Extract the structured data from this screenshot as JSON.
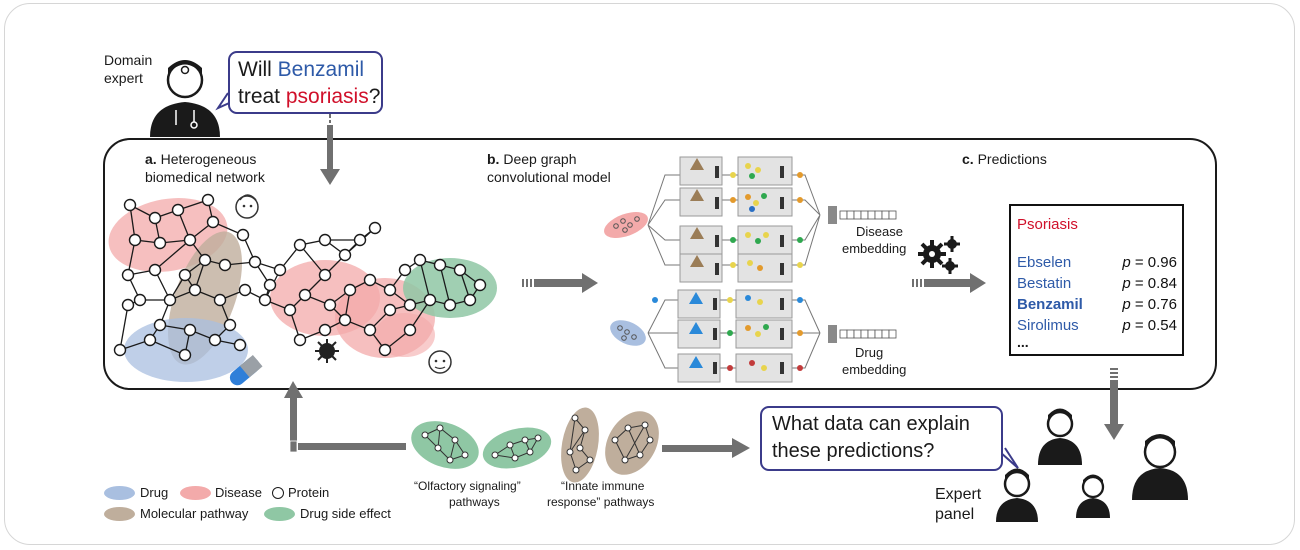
{
  "question": {
    "expert_label": [
      "Domain",
      "expert"
    ],
    "prefix": "Will ",
    "drug": "Benzamil",
    "middle": "treat ",
    "disease": "psoriasis",
    "suffix": "?"
  },
  "panels": {
    "a": {
      "letter": "a.",
      "title_line1": "Heterogeneous",
      "title_line2": "biomedical network"
    },
    "b": {
      "letter": "b.",
      "title_line1": "Deep graph",
      "title_line2": "convolutional model"
    },
    "c": {
      "letter": "c.",
      "title": "Predictions"
    }
  },
  "embeddings": {
    "disease": [
      "Disease",
      "embedding"
    ],
    "drug": [
      "Drug",
      "embedding"
    ]
  },
  "predictions": {
    "disease": "Psoriasis",
    "rows": [
      {
        "name": "Ebselen",
        "p_label": "p",
        "value": "= 0.96",
        "bold": false
      },
      {
        "name": "Bestatin",
        "p_label": "p",
        "value": "= 0.84",
        "bold": false
      },
      {
        "name": "Benzamil",
        "p_label": "p",
        "value": "= 0.76",
        "bold": true
      },
      {
        "name": "Sirolimus",
        "p_label": "p",
        "value": "= 0.54",
        "bold": false
      }
    ],
    "more": "..."
  },
  "explain_question": [
    "What data can explain",
    "these predictions?"
  ],
  "expert_panel_label": [
    "Expert",
    "panel"
  ],
  "pathways": {
    "olfactory": [
      "“Olfactory signaling”",
      "pathways"
    ],
    "immune": [
      "“Innate immune",
      "response” pathways"
    ]
  },
  "legend": [
    {
      "label": "Drug",
      "color": "#a9bfe0"
    },
    {
      "label": "Disease",
      "color": "#f3aaaa"
    },
    {
      "label": "Protein",
      "color": "#ffffff"
    },
    {
      "label": "Molecular pathway",
      "color": "#bfae9c"
    },
    {
      "label": "Drug side effect",
      "color": "#8fc7a4"
    }
  ],
  "colors": {
    "drug": "#a9bfe0",
    "disease": "#f3aaaa",
    "pathway": "#bfae9c",
    "side_effect": "#8fc7a4",
    "olfactory_green": "#7fc27f",
    "arrow_gray": "#707070",
    "bubble_border": "#3b3b8a"
  }
}
